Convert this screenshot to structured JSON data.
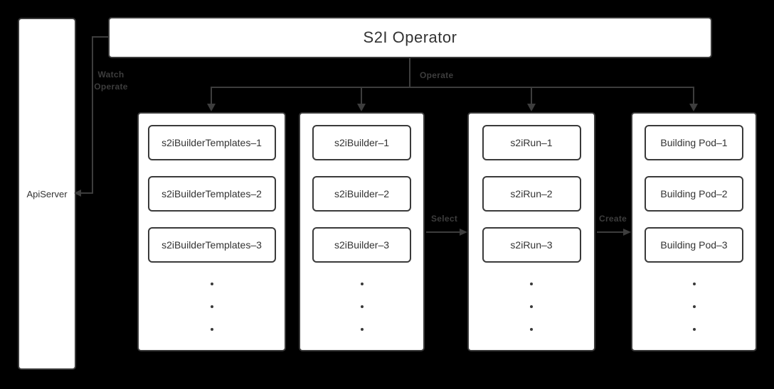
{
  "colors": {
    "background": "#000000",
    "node_fill": "#ffffff",
    "node_border": "#3a3a3a",
    "node_text": "#333333",
    "connector": "#3d3d3d"
  },
  "nodes": {
    "api_server": {
      "label": "ApiServer"
    },
    "operator": {
      "label": "S2I Operator"
    }
  },
  "edges": {
    "watch_operate": {
      "lines": [
        "Watch",
        "Operate"
      ]
    },
    "operate": {
      "label": "Operate"
    },
    "select": {
      "label": "Select"
    },
    "create": {
      "label": "Create"
    }
  },
  "columns": [
    {
      "name": "s2iBuilderTemplates",
      "items": [
        "s2iBuilderTemplates–1",
        "s2iBuilderTemplates–2",
        "s2iBuilderTemplates–3"
      ],
      "ellipsis_dot_count": 3
    },
    {
      "name": "s2iBuilder",
      "items": [
        "s2iBuilder–1",
        "s2iBuilder–2",
        "s2iBuilder–3"
      ],
      "ellipsis_dot_count": 3
    },
    {
      "name": "s2iRun",
      "items": [
        "s2iRun–1",
        "s2iRun–2",
        "s2iRun–3"
      ],
      "ellipsis_dot_count": 3
    },
    {
      "name": "Building Pod",
      "items": [
        "Building Pod–1",
        "Building Pod–2",
        "Building Pod–3"
      ],
      "ellipsis_dot_count": 3
    }
  ]
}
